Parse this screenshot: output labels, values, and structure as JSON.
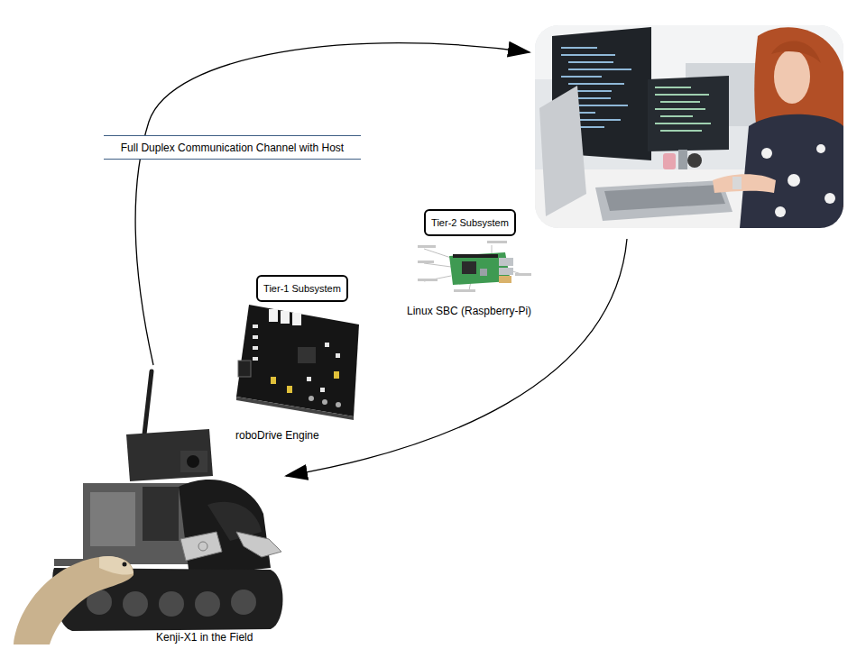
{
  "diagram": {
    "nodes": [
      {
        "text": []
      },
      {
        "text": [
          "Tier-2 Subsystem"
        ]
      },
      {
        "text": [
          "Tier-1 Subsystem"
        ]
      },
      {
        "text": [
          "Kenji-X1 in the Field"
        ]
      }
    ],
    "edges": [
      {
        "from": 3,
        "to": 0,
        "arrow": "to",
        "label": "Full Duplex Communication Channel with Host"
      },
      {
        "from": 0,
        "to": 3,
        "arrow": "to"
      }
    ],
    "labels": [
      "Linux SBC (Raspberry-Pi)",
      "roboDrive Engine"
    ]
  }
}
